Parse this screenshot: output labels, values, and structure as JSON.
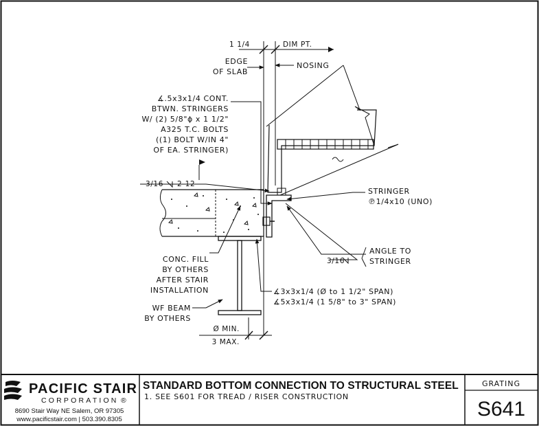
{
  "drawing": {
    "dims": {
      "top_left": "1 1/4",
      "top_right": "DIM PT.",
      "bottom_min": "Ø MIN.",
      "bottom_max": "3 MAX."
    },
    "labels": {
      "edge_of_slab": [
        "EDGE",
        "OF SLAB"
      ],
      "nosing": "NOSING",
      "angle_note": [
        "∡.5x3x1/4 CONT.",
        "BTWN. STRINGERS",
        "W/ (2) 5/8\"ɸ x 1 1/2\"",
        "A325 T.C. BOLTS",
        "((1) BOLT W/IN 4\"",
        "OF EA. STRINGER)"
      ],
      "weld_top": [
        "3/16",
        "2-12"
      ],
      "stringer": [
        "STRINGER",
        "℗1/4x10 (UNO)"
      ],
      "angle_to_stringer": [
        "ANGLE TO",
        "STRINGER"
      ],
      "weld_bottom": "3/16",
      "conc_fill": [
        "CONC. FILL",
        "BY OTHERS",
        "AFTER STAIR",
        "INSTALLATION"
      ],
      "angle_spans": [
        "∡3x3x1/4 (Ø to 1 1/2\" SPAN)",
        "∡5x3x1/4 (1 5/8\" to 3\" SPAN)"
      ],
      "wf_beam": [
        "WF BEAM",
        "BY OTHERS"
      ]
    }
  },
  "title_block": {
    "company": "PACIFIC STAIR",
    "company_sub": "CORPORATION",
    "address": "8690 Stair Way NE Salem, OR 97305",
    "contact": "www.pacificstair.com  |  503.390.8305",
    "title": "STANDARD BOTTOM CONNECTION TO STRUCTURAL STEEL",
    "note": "1.  SEE S601 FOR TREAD / RISER CONSTRUCTION",
    "category": "GRATING",
    "sheet_number": "S641"
  }
}
